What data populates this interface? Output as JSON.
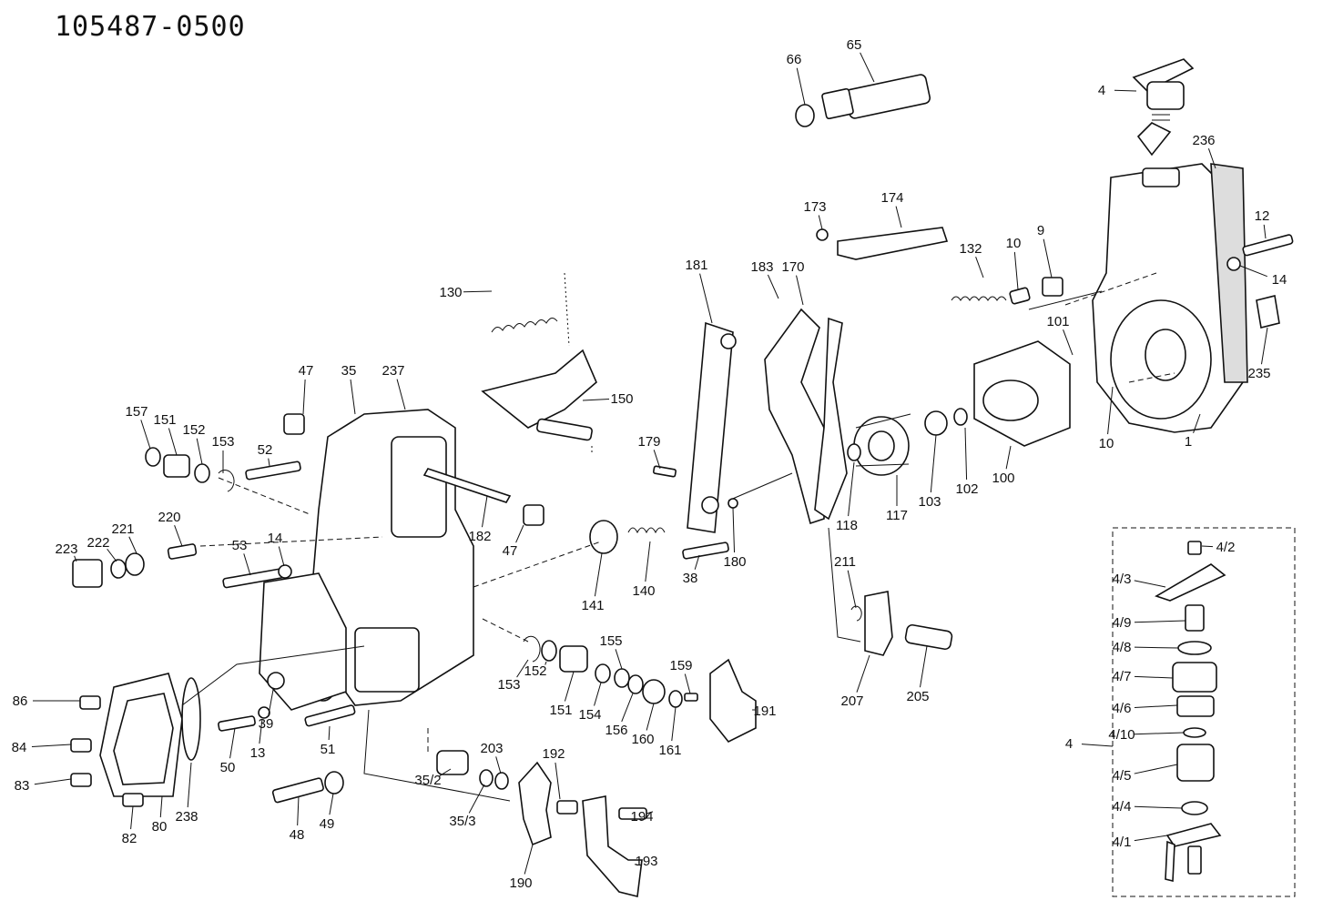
{
  "diagram": {
    "part_number": "105487-0500",
    "callouts": [
      "1",
      "4",
      "9",
      "10",
      "10",
      "12",
      "13",
      "14",
      "14",
      "35",
      "35/2",
      "35/3",
      "38",
      "39",
      "47",
      "47",
      "48",
      "49",
      "50",
      "51",
      "52",
      "53",
      "65",
      "66",
      "80",
      "82",
      "83",
      "84",
      "86",
      "100",
      "101",
      "102",
      "103",
      "117",
      "118",
      "130",
      "132",
      "140",
      "141",
      "150",
      "151",
      "151",
      "152",
      "152",
      "153",
      "153",
      "154",
      "155",
      "156",
      "157",
      "159",
      "160",
      "161",
      "170",
      "173",
      "174",
      "179",
      "180",
      "181",
      "182",
      "183",
      "190",
      "191",
      "192",
      "193",
      "194",
      "203",
      "205",
      "207",
      "211",
      "220",
      "221",
      "222",
      "223",
      "235",
      "236",
      "237",
      "238",
      "4/1",
      "4/2",
      "4/3",
      "4/4",
      "4/5",
      "4/6",
      "4/7",
      "4/8",
      "4/9",
      "4/10",
      "4"
    ]
  }
}
